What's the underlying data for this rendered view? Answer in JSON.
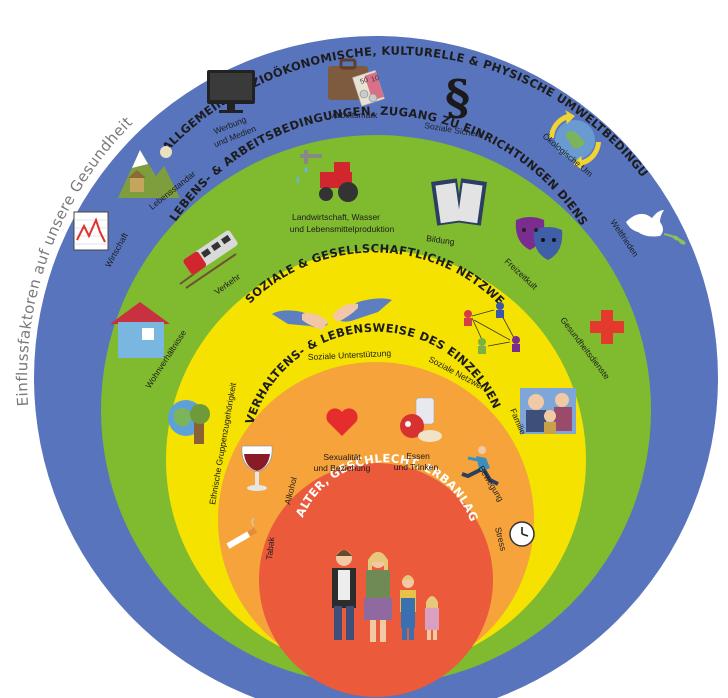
{
  "outer_title": "Einflussfaktoren auf unsere Gesundheit",
  "colors": {
    "blue": "#5874bd",
    "green": "#7fba2f",
    "yellow": "#f5e200",
    "orange": "#f6a33c",
    "red": "#eb5a3a"
  },
  "rings": {
    "blue": "ALLGEMEINE SOZIOÖKONOMISCHE, KULTURELLE & PHYSISCHE UMWELTBEDINGUNGEN",
    "green": "LEBENS- & ARBEITSBEDINGUNGEN, ZUGANG ZU EINRICHTUNGEN DIENSTLEISTUNGEN",
    "yellow": "SOZIALE & GESELLSCHAFTLICHE NETZWERKE",
    "orange": "VERHALTENS- & LEBENSWEISE DES EINZELNEN",
    "red": "ALTER, GESCHLECHT, ERBANLAGEN"
  },
  "labels": {
    "wirtschaft": "Wirtschaft",
    "lebensstandard": "Lebensstandard",
    "werbung_1": "Werbung",
    "werbung_2": "und Medien",
    "arbeitsmarkt": "Arbeitsmarkt",
    "soziale_sicherheit": "Soziale Sicherheit",
    "oekologische_umwelt": "Ökologische Umwelt",
    "weltfrieden": "Weltfrieden",
    "verkehr": "Verkehr",
    "landwirtschaft_1": "Landwirtschaft, Wasser",
    "landwirtschaft_2": "und Lebensmittelproduktion",
    "bildung": "Bildung",
    "freizeitkultur": "Freizeitkultur",
    "gesundheitsdienste": "Gesundheitsdienste",
    "wohnverhaeltnisse": "Wohnverhältnisse",
    "soziale_unterstuetzung": "Soziale Unterstützung",
    "soziale_netzwerke": "Soziale Netzwerke",
    "familie": "Familie",
    "ethnische": "Ethnische Gruppenzugehörigkeit",
    "sexualitaet_1": "Sexualität",
    "sexualitaet_2": "und Beziehung",
    "essen_1": "Essen",
    "essen_2": "und Trinken",
    "bewegung": "Bewegung",
    "alkohol": "Alkohol",
    "tabak": "Tabak",
    "stress": "Stress",
    "sign_1": "50",
    "sign_2": "10"
  },
  "icons": [
    "chart-icon",
    "mountain-house-icon",
    "monitor-icon",
    "briefcase-money-icon",
    "paragraph-icon",
    "recycling-earth-icon",
    "dove-icon",
    "train-icon",
    "tractor-water-icon",
    "book-icon",
    "theater-masks-icon",
    "red-cross-icon",
    "house-icon",
    "handshake-icon",
    "network-people-icon",
    "family-photo-icon",
    "globe-tree-icon",
    "heart-icon",
    "food-icon",
    "running-man-icon",
    "wine-glass-icon",
    "cigarette-icon",
    "clock-icon",
    "family-figures-icon"
  ]
}
